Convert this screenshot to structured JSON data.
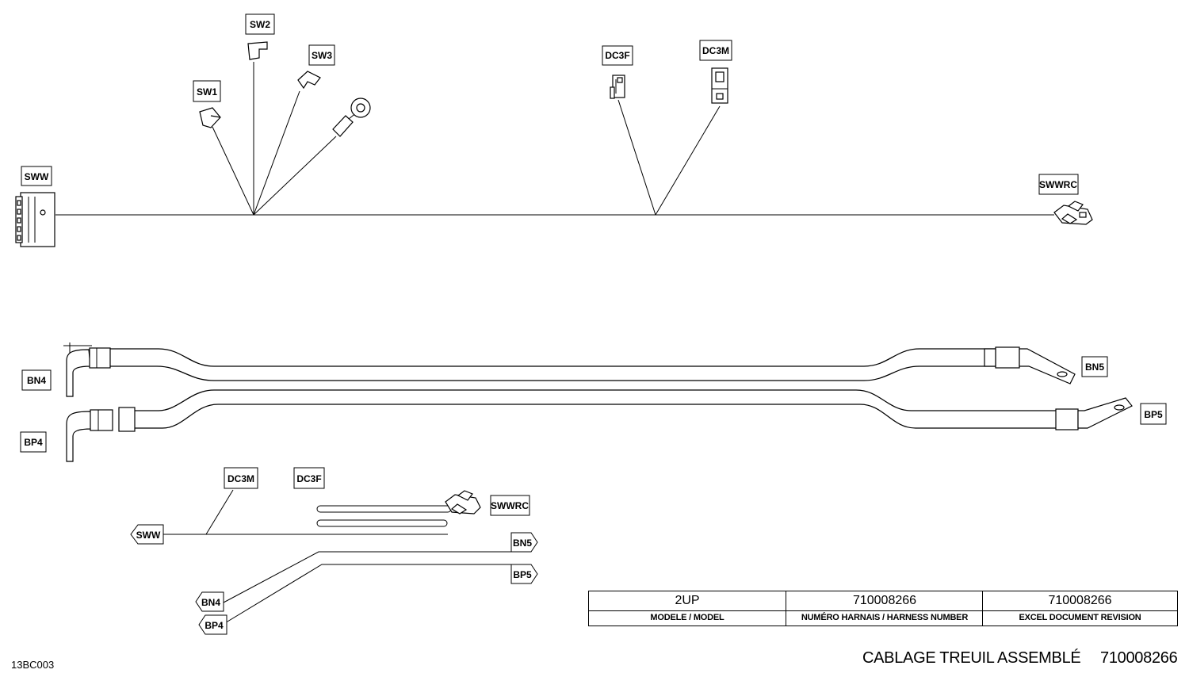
{
  "main_view": {
    "sww": "SWW",
    "sw1": "SW1",
    "sw2": "SW2",
    "sw3": "SW3",
    "dc3f": "DC3F",
    "dc3m": "DC3M",
    "swwrc": "SWWRC"
  },
  "battery_view": {
    "bn4": "BN4",
    "bp4": "BP4",
    "bn5": "BN5",
    "bp5": "BP5"
  },
  "schematic_view": {
    "dc3m": "DC3M",
    "dc3f": "DC3F",
    "swwrc": "SWWRC",
    "sww": "SWW",
    "bn5": "BN5",
    "bp5": "BP5",
    "bn4": "BN4",
    "bp4": "BP4"
  },
  "title_block": {
    "model_value": "2UP",
    "model_caption": "MODELE / MODEL",
    "harness_value": "710008266",
    "harness_caption": "NUMÉRO HARNAIS / HARNESS NUMBER",
    "revision_value": "710008266",
    "revision_caption": "EXCEL DOCUMENT REVISION"
  },
  "footer": {
    "code": "13BC003",
    "title": "CABLAGE TREUIL ASSEMBLÉ",
    "number": "710008266"
  }
}
